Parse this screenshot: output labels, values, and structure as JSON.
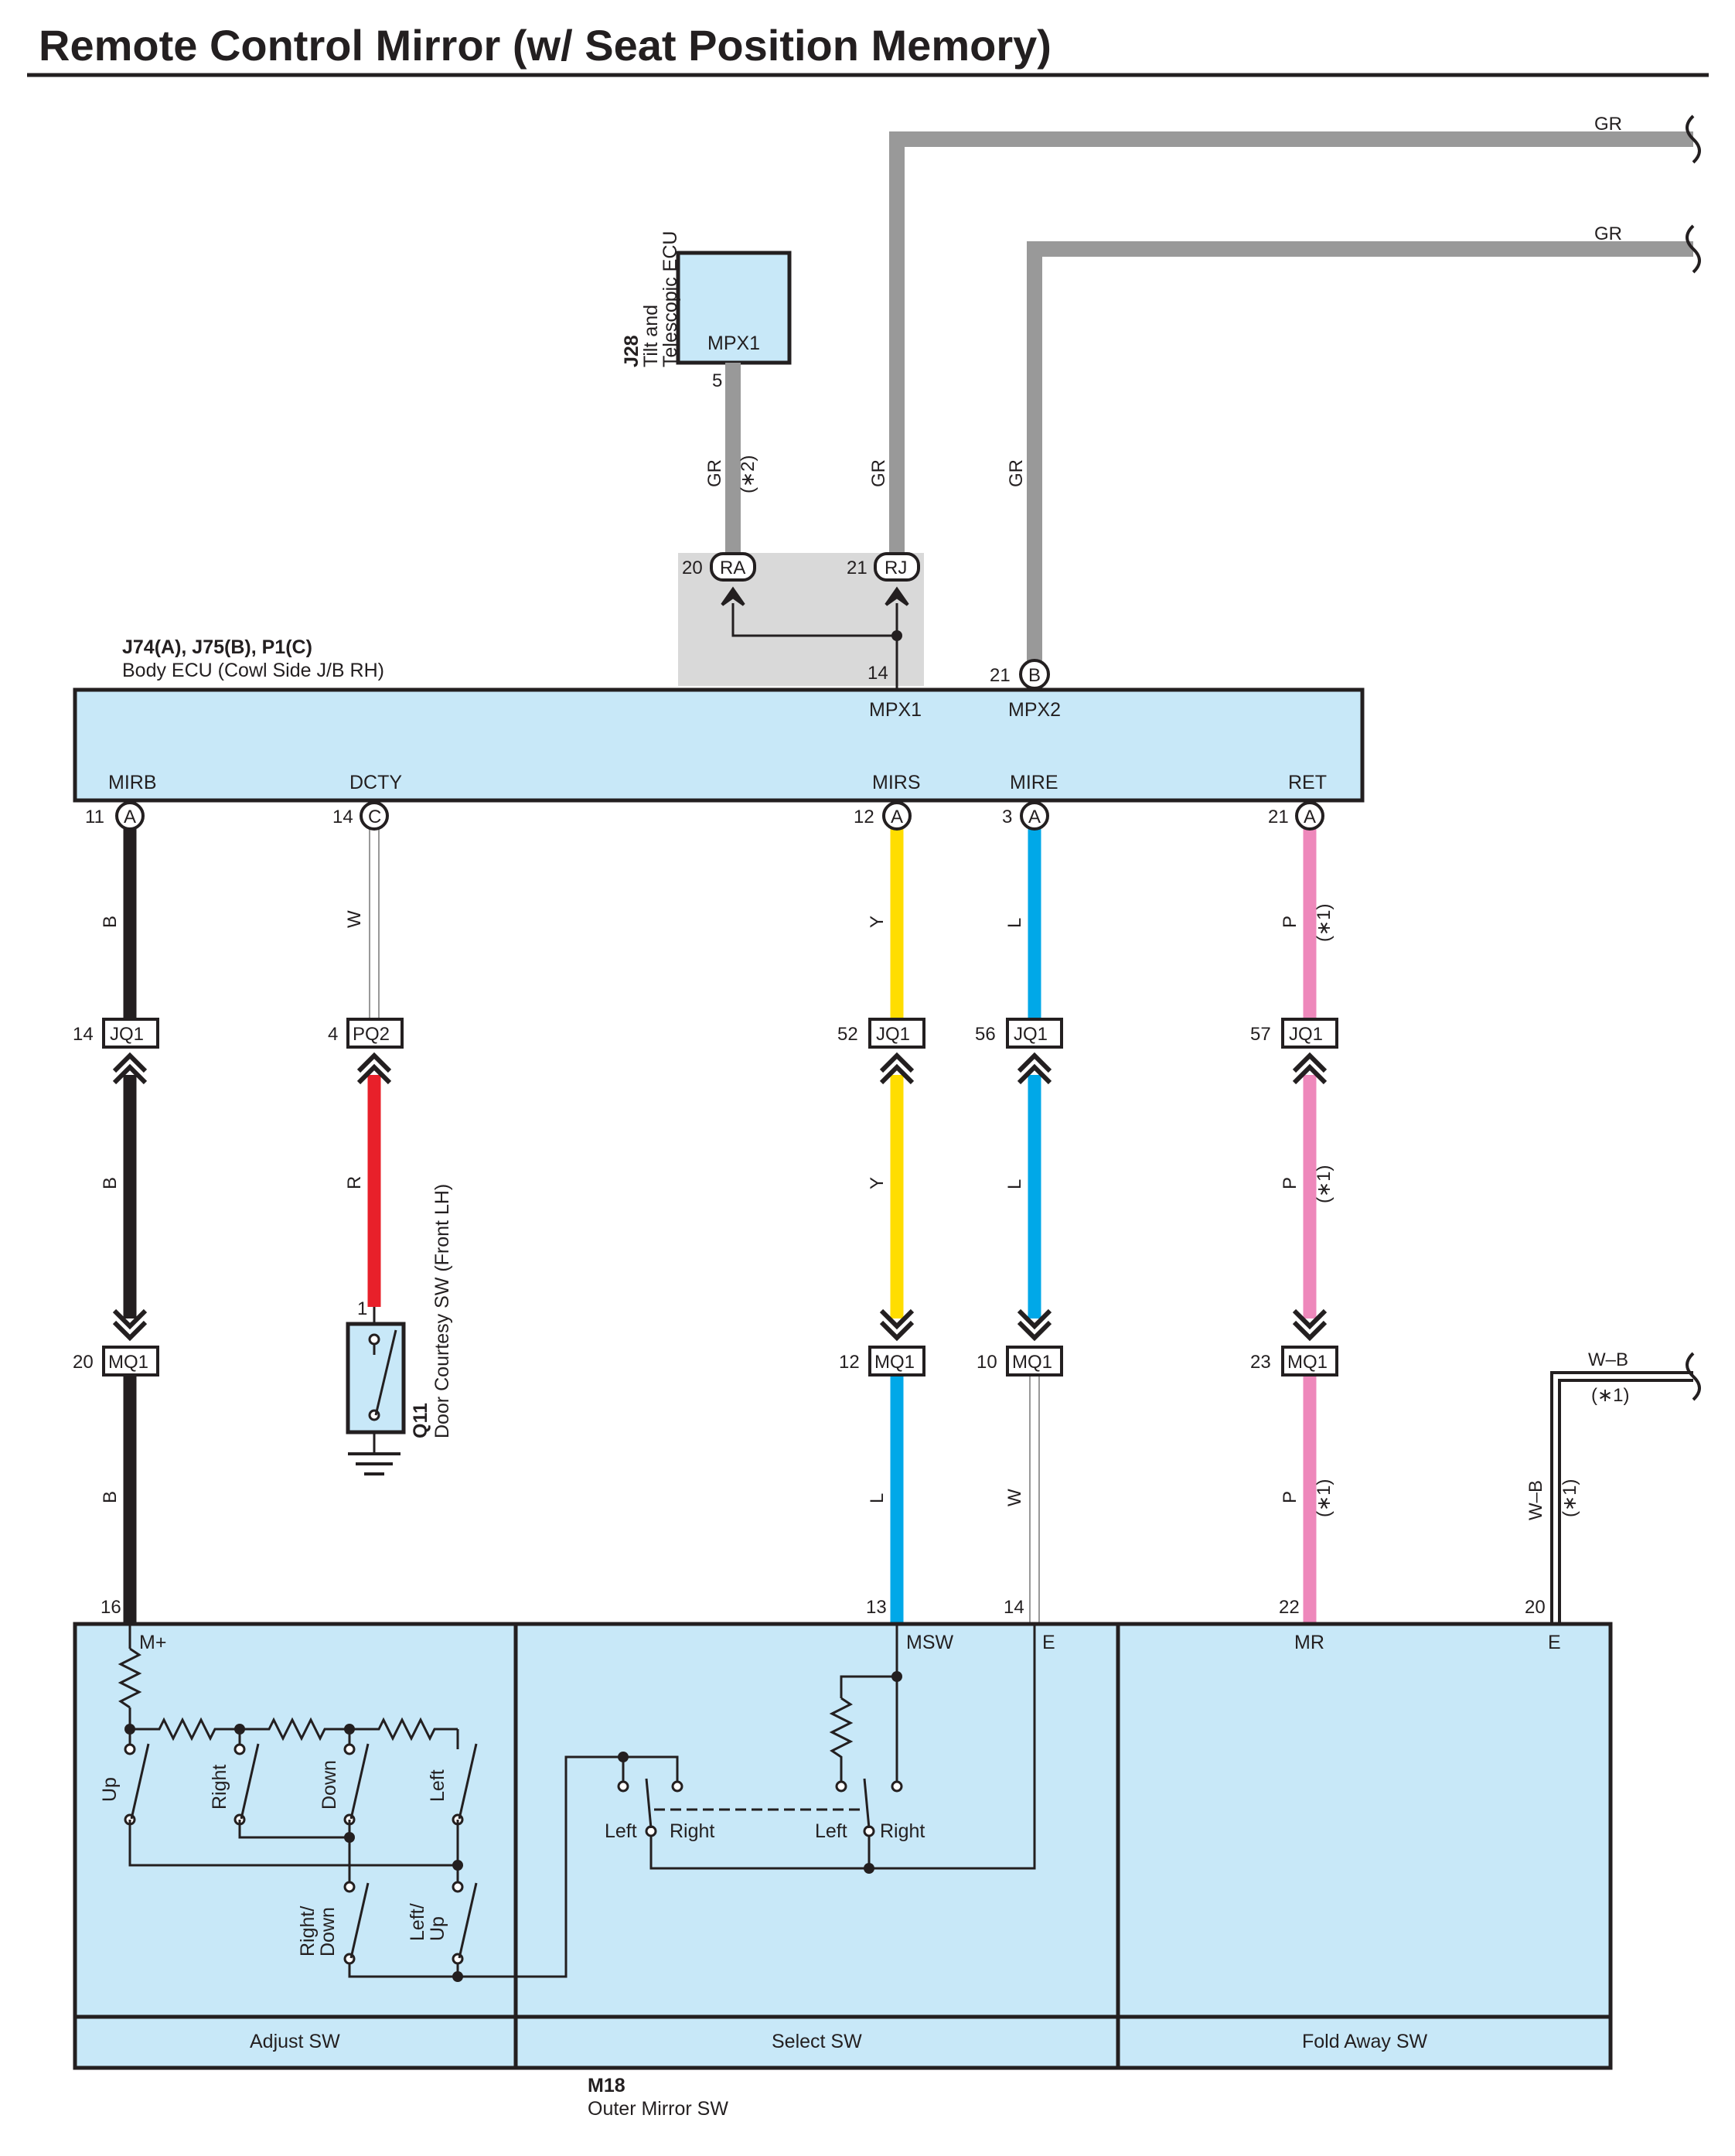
{
  "title": "Remote Control Mirror (w/ Seat Position Memory)",
  "colors": {
    "gray": "#999999",
    "black": "#231f20",
    "red": "#e8202a",
    "yellow": "#ffdd00",
    "blue": "#00a8e8",
    "pink": "#ee88bb",
    "box_fill": "#c8e8f8",
    "shade": "#d9d9d9"
  },
  "j28": {
    "code": "J28",
    "name_line1": "Tilt and",
    "name_line2": "Telescopic ECU",
    "terminal": "MPX1",
    "pin": "5",
    "wire_color": "GR",
    "note": "(∗2)"
  },
  "body_ecu": {
    "code": "J74(A), J75(B), P1(C)",
    "name": "Body ECU (Cowl Side J/B RH)",
    "terminals": {
      "mpx1": "MPX1",
      "mpx2": "MPX2",
      "mirb": "MIRB",
      "dcty": "DCTY",
      "mirs": "MIRS",
      "mire": "MIRE",
      "ret": "RET"
    },
    "pins": {
      "mpx1": "14",
      "mpx2": "21",
      "mirb": "11",
      "dcty": "14",
      "mirs": "12",
      "mire": "3",
      "ret": "21"
    },
    "conn": {
      "mpx2": "B",
      "mirb": "A",
      "dcty": "C",
      "mirs": "A",
      "mire": "A",
      "ret": "A"
    }
  },
  "top_junction": {
    "ra_pin": "20",
    "ra": "RA",
    "rj_pin": "21",
    "rj": "RJ"
  },
  "gr_wires": {
    "top": "GR",
    "second": "GR",
    "vertical_rj": "GR",
    "vertical_b": "GR"
  },
  "wires": {
    "mirb_upper": "B",
    "mirb_mid": "B",
    "mirb_lower": "B",
    "dcty_upper": "W",
    "dcty_mid": "R",
    "mirs_upper": "Y",
    "mirs_mid": "Y",
    "mirs_lower": "L",
    "mire_upper": "L",
    "mire_mid": "L",
    "mire_lower": "W",
    "ret_upper": "P",
    "ret_mid": "P",
    "ret_lower": "P",
    "ret_note": "(∗1)",
    "wb_top": "W–B",
    "wb_vert": "W–B",
    "wb_note": "(∗1)"
  },
  "jq1": {
    "name": "JQ1",
    "mirb_pin": "14",
    "mirs_pin": "52",
    "mire_pin": "56",
    "ret_pin": "57"
  },
  "pq2": {
    "name": "PQ2",
    "pin": "4"
  },
  "mq1": {
    "name": "MQ1",
    "mirb_pin": "20",
    "mirs_pin": "12",
    "mire_pin": "10",
    "ret_pin": "23"
  },
  "q11": {
    "code": "Q11",
    "name": "Door Courtesy SW (Front LH)",
    "pin": "1"
  },
  "m18": {
    "code": "M18",
    "name": "Outer Mirror SW",
    "sections": {
      "adjust": "Adjust SW",
      "select": "Select SW",
      "fold": "Fold Away SW"
    },
    "terminals": {
      "m_plus": "M+",
      "msw": "MSW",
      "e1": "E",
      "mr": "MR",
      "e2": "E"
    },
    "pins": {
      "m_plus": "16",
      "msw": "13",
      "e1": "14",
      "mr": "22",
      "e2": "20"
    },
    "switches": {
      "up": "Up",
      "right": "Right",
      "down": "Down",
      "left": "Left",
      "right_down_1": "Right/",
      "right_down_2": "Down",
      "left_up_1": "Left/",
      "left_up_2": "Up",
      "sel_left1": "Left",
      "sel_right1": "Right",
      "sel_left2": "Left",
      "sel_right2": "Right"
    }
  }
}
